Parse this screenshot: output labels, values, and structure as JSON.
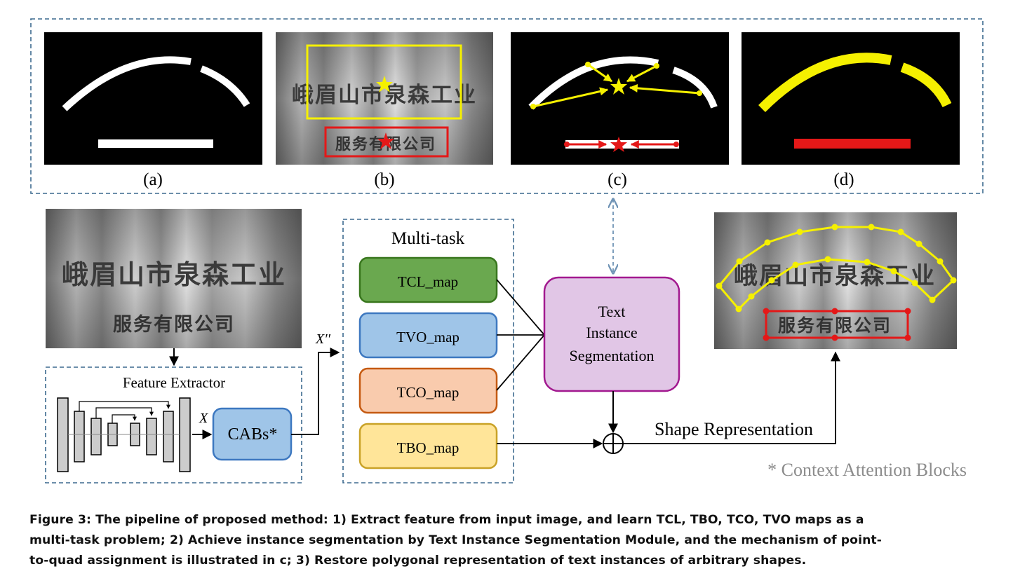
{
  "panels": {
    "a": {
      "label": "(a)"
    },
    "b": {
      "label": "(b)"
    },
    "c": {
      "label": "(c)"
    },
    "d": {
      "label": "(d)"
    }
  },
  "sample_image": {
    "curved_text": "峨眉山市泉森工业",
    "straight_text": "服务有限公司"
  },
  "feature_extractor": {
    "title": "Feature Extractor",
    "x_label": "X",
    "cab_label": "CABs*"
  },
  "multitask": {
    "title": "Multi-task",
    "input_label": "X′′",
    "maps": [
      "TCL_map",
      "TVO_map",
      "TCO_map",
      "TBO_map"
    ]
  },
  "segmentation": {
    "lines": [
      "Text",
      "Instance",
      "Segmentation"
    ]
  },
  "shape_representation": "Shape Representation",
  "footnote": "* Context Attention Blocks",
  "caption": {
    "lines": [
      "Figure 3: The pipeline of proposed method: 1) Extract feature from input image, and learn TCL, TBO, TCO, TVO maps as a",
      "multi-task problem; 2) Achieve instance segmentation by Text Instance Segmentation Module, and the mechanism of point-",
      "to-quad assignment is illustrated in c; 3) Restore polygonal representation of text instances of arbitrary shapes."
    ]
  },
  "colors": {
    "dashed_box": "#3d6a8f",
    "tcl_fill": "#6aa84f",
    "tcl_border": "#38761d",
    "tvo_fill": "#9fc5e8",
    "tvo_border": "#3d78c0",
    "tco_fill": "#f9cbad",
    "tco_border": "#c55a11",
    "tbo_fill": "#ffe599",
    "tbo_border": "#c9a227",
    "seg_fill": "#e1c6e6",
    "seg_border": "#a2198f",
    "yellow": "#f5f000",
    "red": "#e41818",
    "footnote": "#8c8c8c"
  }
}
